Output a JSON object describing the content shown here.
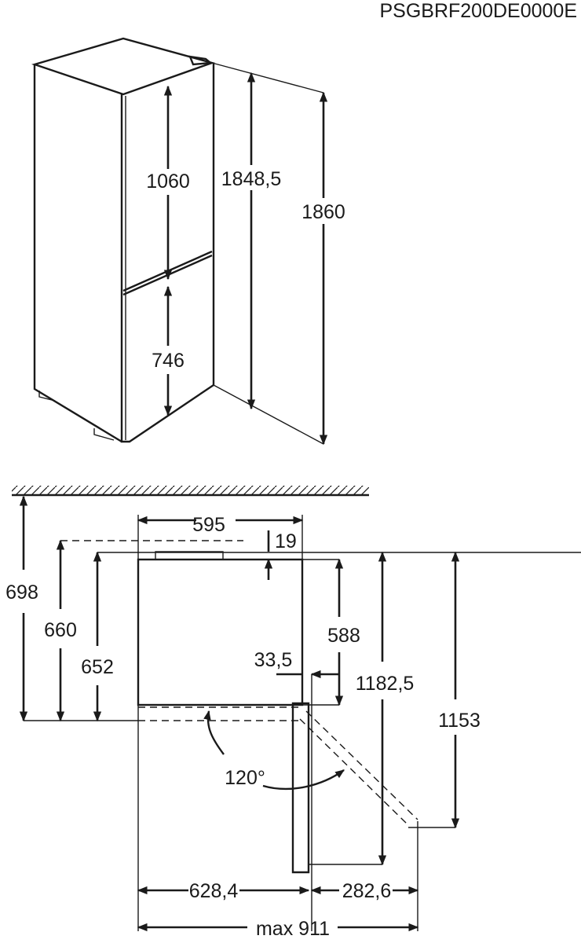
{
  "model_code": "PSGBRF200DE0000E",
  "side_view": {
    "freezer_door_height": "1060",
    "fridge_door_height": "746",
    "body_height": "1848,5",
    "total_height": "1860"
  },
  "top_view": {
    "width": "595",
    "hinge_offset": "19",
    "clearance_ceiling": "698",
    "depth_with_handle_clearance": "660",
    "depth_with_handle": "652",
    "body_depth": "588",
    "door_offset": "33,5",
    "door_open_depth": "1182,5",
    "door_open_depth_2": "1153",
    "door_angle": "120°",
    "width_open_left": "628,4",
    "width_open_right": "282,6",
    "max_width": "max 911"
  }
}
